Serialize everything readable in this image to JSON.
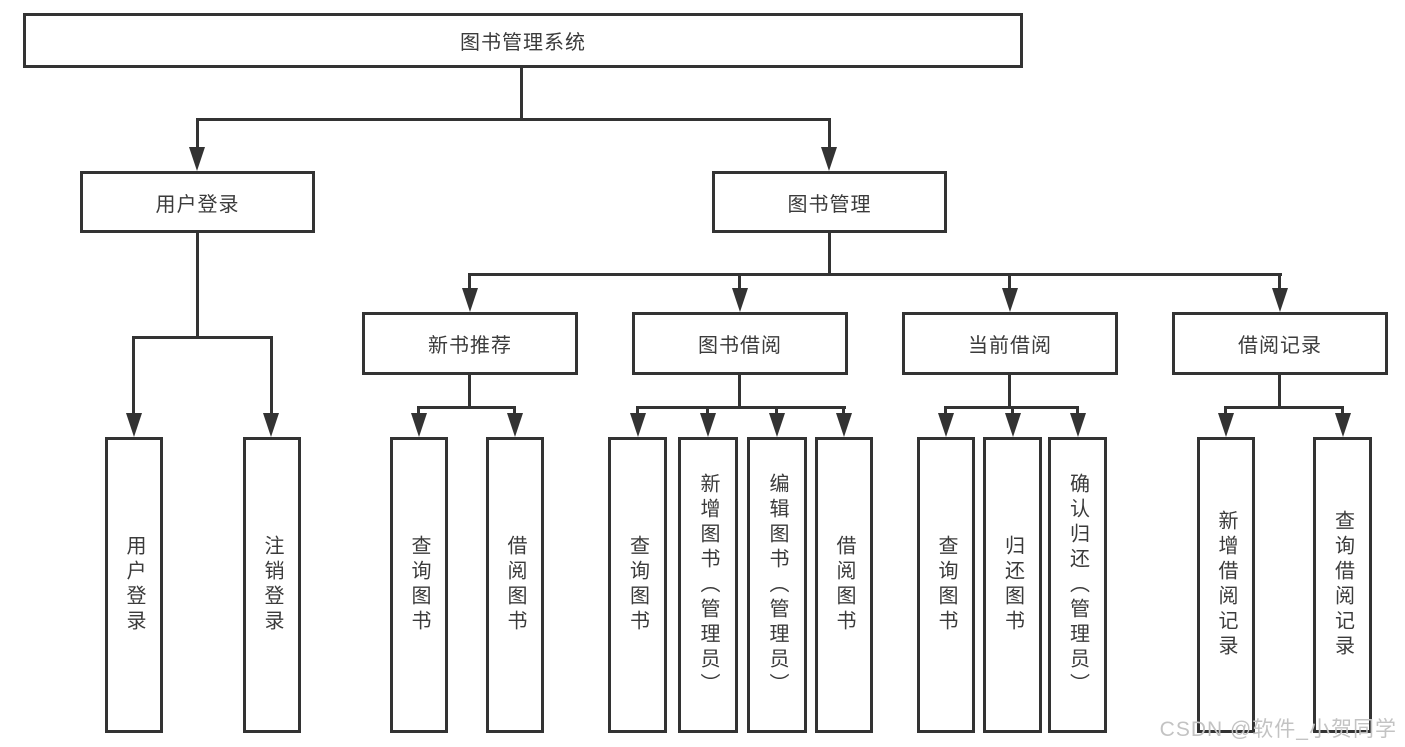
{
  "diagram": {
    "title": "图书管理系统",
    "type": "hierarchy-tree",
    "colors": {
      "line": "#333333",
      "text": "#3b3b3b",
      "background": "#ffffff",
      "watermark": "#c3c3c3"
    },
    "root": {
      "label": "图书管理系统",
      "children": [
        {
          "label": "用户登录",
          "children": [
            {
              "label": "用户登录"
            },
            {
              "label": "注销登录"
            }
          ]
        },
        {
          "label": "图书管理",
          "children": [
            {
              "label": "新书推荐",
              "children": [
                {
                  "label": "查询图书"
                },
                {
                  "label": "借阅图书"
                }
              ]
            },
            {
              "label": "图书借阅",
              "children": [
                {
                  "label": "查询图书"
                },
                {
                  "label": "新增图书（管理员）"
                },
                {
                  "label": "编辑图书（管理员）"
                },
                {
                  "label": "借阅图书"
                }
              ]
            },
            {
              "label": "当前借阅",
              "children": [
                {
                  "label": "查询图书"
                },
                {
                  "label": "归还图书"
                },
                {
                  "label": "确认归还（管理员）"
                }
              ]
            },
            {
              "label": "借阅记录",
              "children": [
                {
                  "label": "新增借阅记录"
                },
                {
                  "label": "查询借阅记录"
                }
              ]
            }
          ]
        }
      ]
    },
    "watermark": "CSDN @软件_小贺同学"
  }
}
